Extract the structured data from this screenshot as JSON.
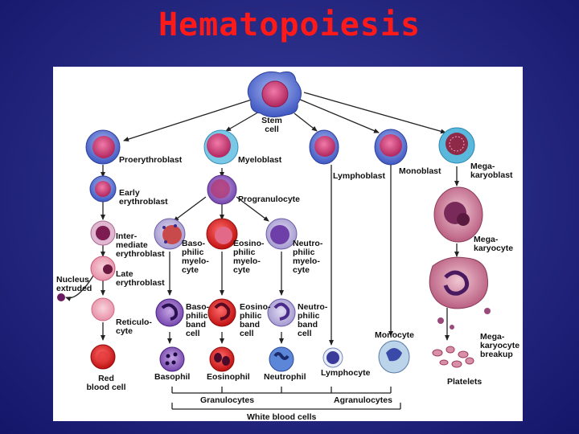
{
  "title": "Hematopoiesis",
  "labels": {
    "stem": "Stem\ncell",
    "proerythroblast": "Proerythroblast",
    "myeloblast": "Myeloblast",
    "lymphoblast": "Lymphoblast",
    "monoblast": "Monoblast",
    "megakaryoblast": "Mega-\nkaryoblast",
    "early_erythroblast": "Early\nerythroblast",
    "progranulocyte": "Progranulocyte",
    "intermediate_erythroblast": "Inter-\nmediate\nerythroblast",
    "basophilic_myelocyte": "Baso-\nphilic\nmyelo-\ncyte",
    "eosinophilic_myelocyte": "Eosino-\nphilic\nmyelo-\ncyte",
    "neutrophilic_myelocyte": "Neutro-\nphilic\nmyelo-\ncyte",
    "megakaryocyte": "Mega-\nkaryocyte",
    "nucleus_extruded": "Nucleus\nextruded",
    "late_erythroblast": "Late\nerythroblast",
    "reticulocyte": "Reticulo-\ncyte",
    "basophilic_band": "Baso-\nphilic\nband\ncell",
    "eosinophilic_band": "Eosino-\nphilic\nband\ncell",
    "neutrophilic_band": "Neutro-\nphilic\nband\ncell",
    "monocyte": "Monocyte",
    "megakaryocyte_breakup": "Mega-\nkaryocyte\nbreakup",
    "red_blood_cell": "Red\nblood cell",
    "basophil": "Basophil",
    "eosinophil": "Eosinophil",
    "neutrophil": "Neutrophil",
    "lymphocyte": "Lymphocyte",
    "platelets": "Platelets",
    "granulocytes": "Granulocytes",
    "agranulocytes": "Agranulocytes",
    "white_blood_cells": "White blood cells"
  }
}
